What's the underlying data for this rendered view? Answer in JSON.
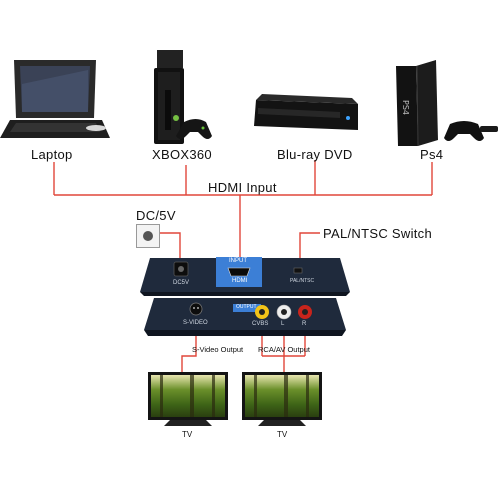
{
  "sources": [
    {
      "label": "Laptop",
      "icon": "laptop-icon"
    },
    {
      "label": "XBOX360",
      "icon": "xbox360-console-icon"
    },
    {
      "label": "Blu-ray DVD",
      "icon": "bluray-player-icon"
    },
    {
      "label": "Ps4",
      "icon": "ps4-console-icon"
    }
  ],
  "hdmi_input_label": "HDMI Input",
  "dc_label": "DC/5V",
  "switch_label": "PAL/NTSC Switch",
  "device": {
    "top_panel": {
      "dc_port_label": "DC5V",
      "hdmi_badge": "INPUT",
      "hdmi_port_label": "HDMI",
      "switch_port_label": "PAL/NTSC"
    },
    "bottom_panel": {
      "badge": "OUTPUT",
      "svideo_label": "S-VIDEO",
      "cvbs_label": "CVBS",
      "l_label": "L",
      "r_label": "R"
    }
  },
  "outputs": {
    "svideo_label": "S-Video Output",
    "rca_label": "RCA/AV Output",
    "tv_labels": [
      "TV",
      "TV"
    ]
  },
  "colors": {
    "line": "#e0463a",
    "device_body": "#1f2a3c",
    "hdmi_badge": "#3c7fd6",
    "rca_yellow": "#f2c318",
    "rca_white": "#eeeeee",
    "rca_red": "#c8241c"
  }
}
